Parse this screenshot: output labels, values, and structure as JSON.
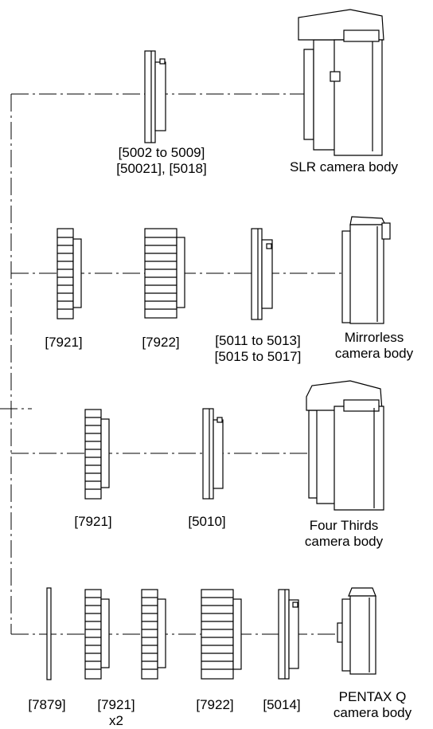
{
  "rows": [
    {
      "id": "slr",
      "labels": [
        {
          "name": "adapter-5002-label",
          "lines": [
            "[5002 to 5009]",
            "[50021], [5018]"
          ]
        },
        {
          "name": "slr-body-label",
          "lines": [
            "SLR camera body"
          ]
        }
      ]
    },
    {
      "id": "mirrorless",
      "labels": [
        {
          "name": "ring-7921-label",
          "lines": [
            "[7921]"
          ]
        },
        {
          "name": "ring-7922-label",
          "lines": [
            "[7922]"
          ]
        },
        {
          "name": "adapter-5011-label",
          "lines": [
            "[5011 to 5013]",
            "[5015 to 5017]"
          ]
        },
        {
          "name": "mirrorless-body-label",
          "lines": [
            "Mirrorless",
            "camera body"
          ]
        }
      ]
    },
    {
      "id": "fourthirds",
      "labels": [
        {
          "name": "ring-7921-label",
          "lines": [
            "[7921]"
          ]
        },
        {
          "name": "adapter-5010-label",
          "lines": [
            "[5010]"
          ]
        },
        {
          "name": "fourthirds-body-label",
          "lines": [
            "Four Thirds",
            "camera body"
          ]
        }
      ]
    },
    {
      "id": "pentaxq",
      "labels": [
        {
          "name": "plate-7879-label",
          "lines": [
            "[7879]"
          ]
        },
        {
          "name": "ring-7921-label",
          "lines": [
            "[7921]",
            "x2"
          ]
        },
        {
          "name": "ring-7922-label",
          "lines": [
            "[7922]"
          ]
        },
        {
          "name": "adapter-5014-label",
          "lines": [
            "[5014]"
          ]
        },
        {
          "name": "pentaxq-body-label",
          "lines": [
            "PENTAX Q",
            "camera body"
          ]
        }
      ]
    }
  ]
}
